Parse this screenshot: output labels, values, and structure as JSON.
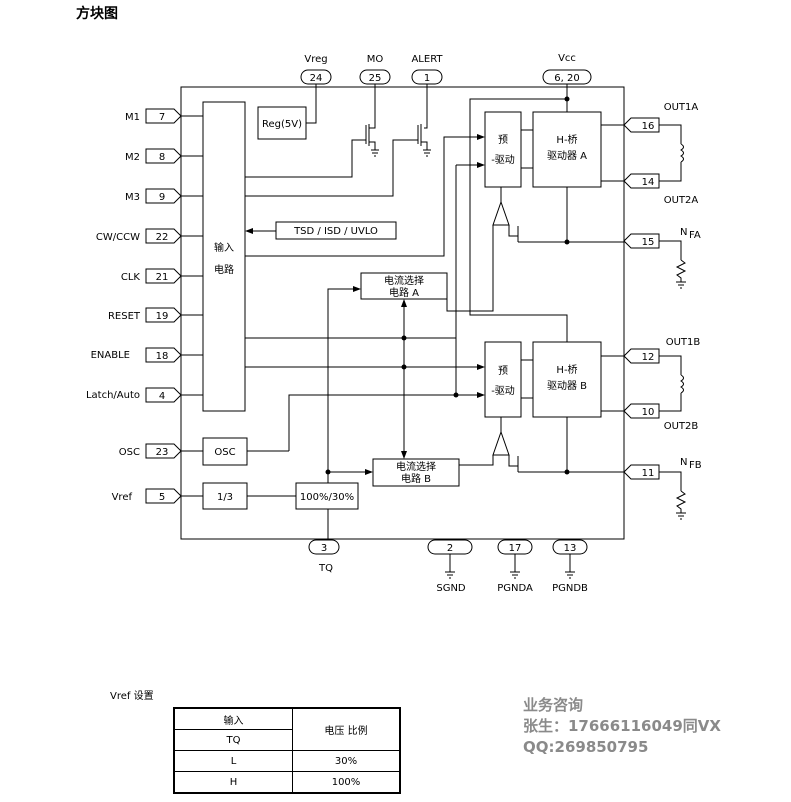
{
  "title": "方块图",
  "top_pins": [
    {
      "num": "24",
      "label": "Vreg"
    },
    {
      "num": "25",
      "label": "MO"
    },
    {
      "num": "1",
      "label": "ALERT"
    },
    {
      "num": "6, 20",
      "label": "Vcc"
    }
  ],
  "left_pins": [
    {
      "num": "7",
      "label": "M1"
    },
    {
      "num": "8",
      "label": "M2"
    },
    {
      "num": "9",
      "label": "M3"
    },
    {
      "num": "22",
      "label": "CW/CCW"
    },
    {
      "num": "21",
      "label": "CLK"
    },
    {
      "num": "19",
      "label": "RESET"
    },
    {
      "num": "18",
      "label": "ENABLE"
    },
    {
      "num": "4",
      "label": "Latch/Auto"
    },
    {
      "num": "23",
      "label": "OSC"
    },
    {
      "num": "5",
      "label": "Vref"
    }
  ],
  "right_pins": [
    {
      "num": "16",
      "label": "OUT1A"
    },
    {
      "num": "14",
      "label": "OUT2A"
    },
    {
      "num": "15",
      "label": "N",
      "sub": "FA"
    },
    {
      "num": "12",
      "label": "OUT1B"
    },
    {
      "num": "10",
      "label": "OUT2B"
    },
    {
      "num": "11",
      "label": "N",
      "sub": "FB"
    }
  ],
  "bottom_pins": [
    {
      "num": "3",
      "label": "TQ"
    },
    {
      "num": "2",
      "label": "SGND"
    },
    {
      "num": "17",
      "label": "PGNDA"
    },
    {
      "num": "13",
      "label": "PGNDB"
    }
  ],
  "blocks": {
    "reg": "Reg(5V)",
    "input_line1": "输入",
    "input_line2": "电路",
    "protect": "TSD / ISD / UVLO",
    "pre_drive_line1": "预",
    "pre_drive_line2": "-驱动",
    "hbridge_a_line1": "H-桥",
    "hbridge_a_line2": "驱动器 A",
    "hbridge_b_line1": "H-桥",
    "hbridge_b_line2": "驱动器 B",
    "cur_a_line1": "电流选择",
    "cur_a_line2": "电路 A",
    "cur_b_line1": "电流选择",
    "cur_b_line2": "电路 B",
    "osc": "OSC",
    "div": "1/3",
    "ratio": "100%/30%"
  },
  "vref_table": {
    "title": "Vref 设置",
    "header_input": "输入",
    "header_tq": "TQ",
    "header_ratio": "电压  比例",
    "rows": [
      {
        "tq": "L",
        "ratio": "30%"
      },
      {
        "tq": "H",
        "ratio": "100%"
      }
    ]
  },
  "watermark": {
    "line1": "业务咨询",
    "line2": "张生：17666116049同VX",
    "line3": "QQ:269850795"
  }
}
